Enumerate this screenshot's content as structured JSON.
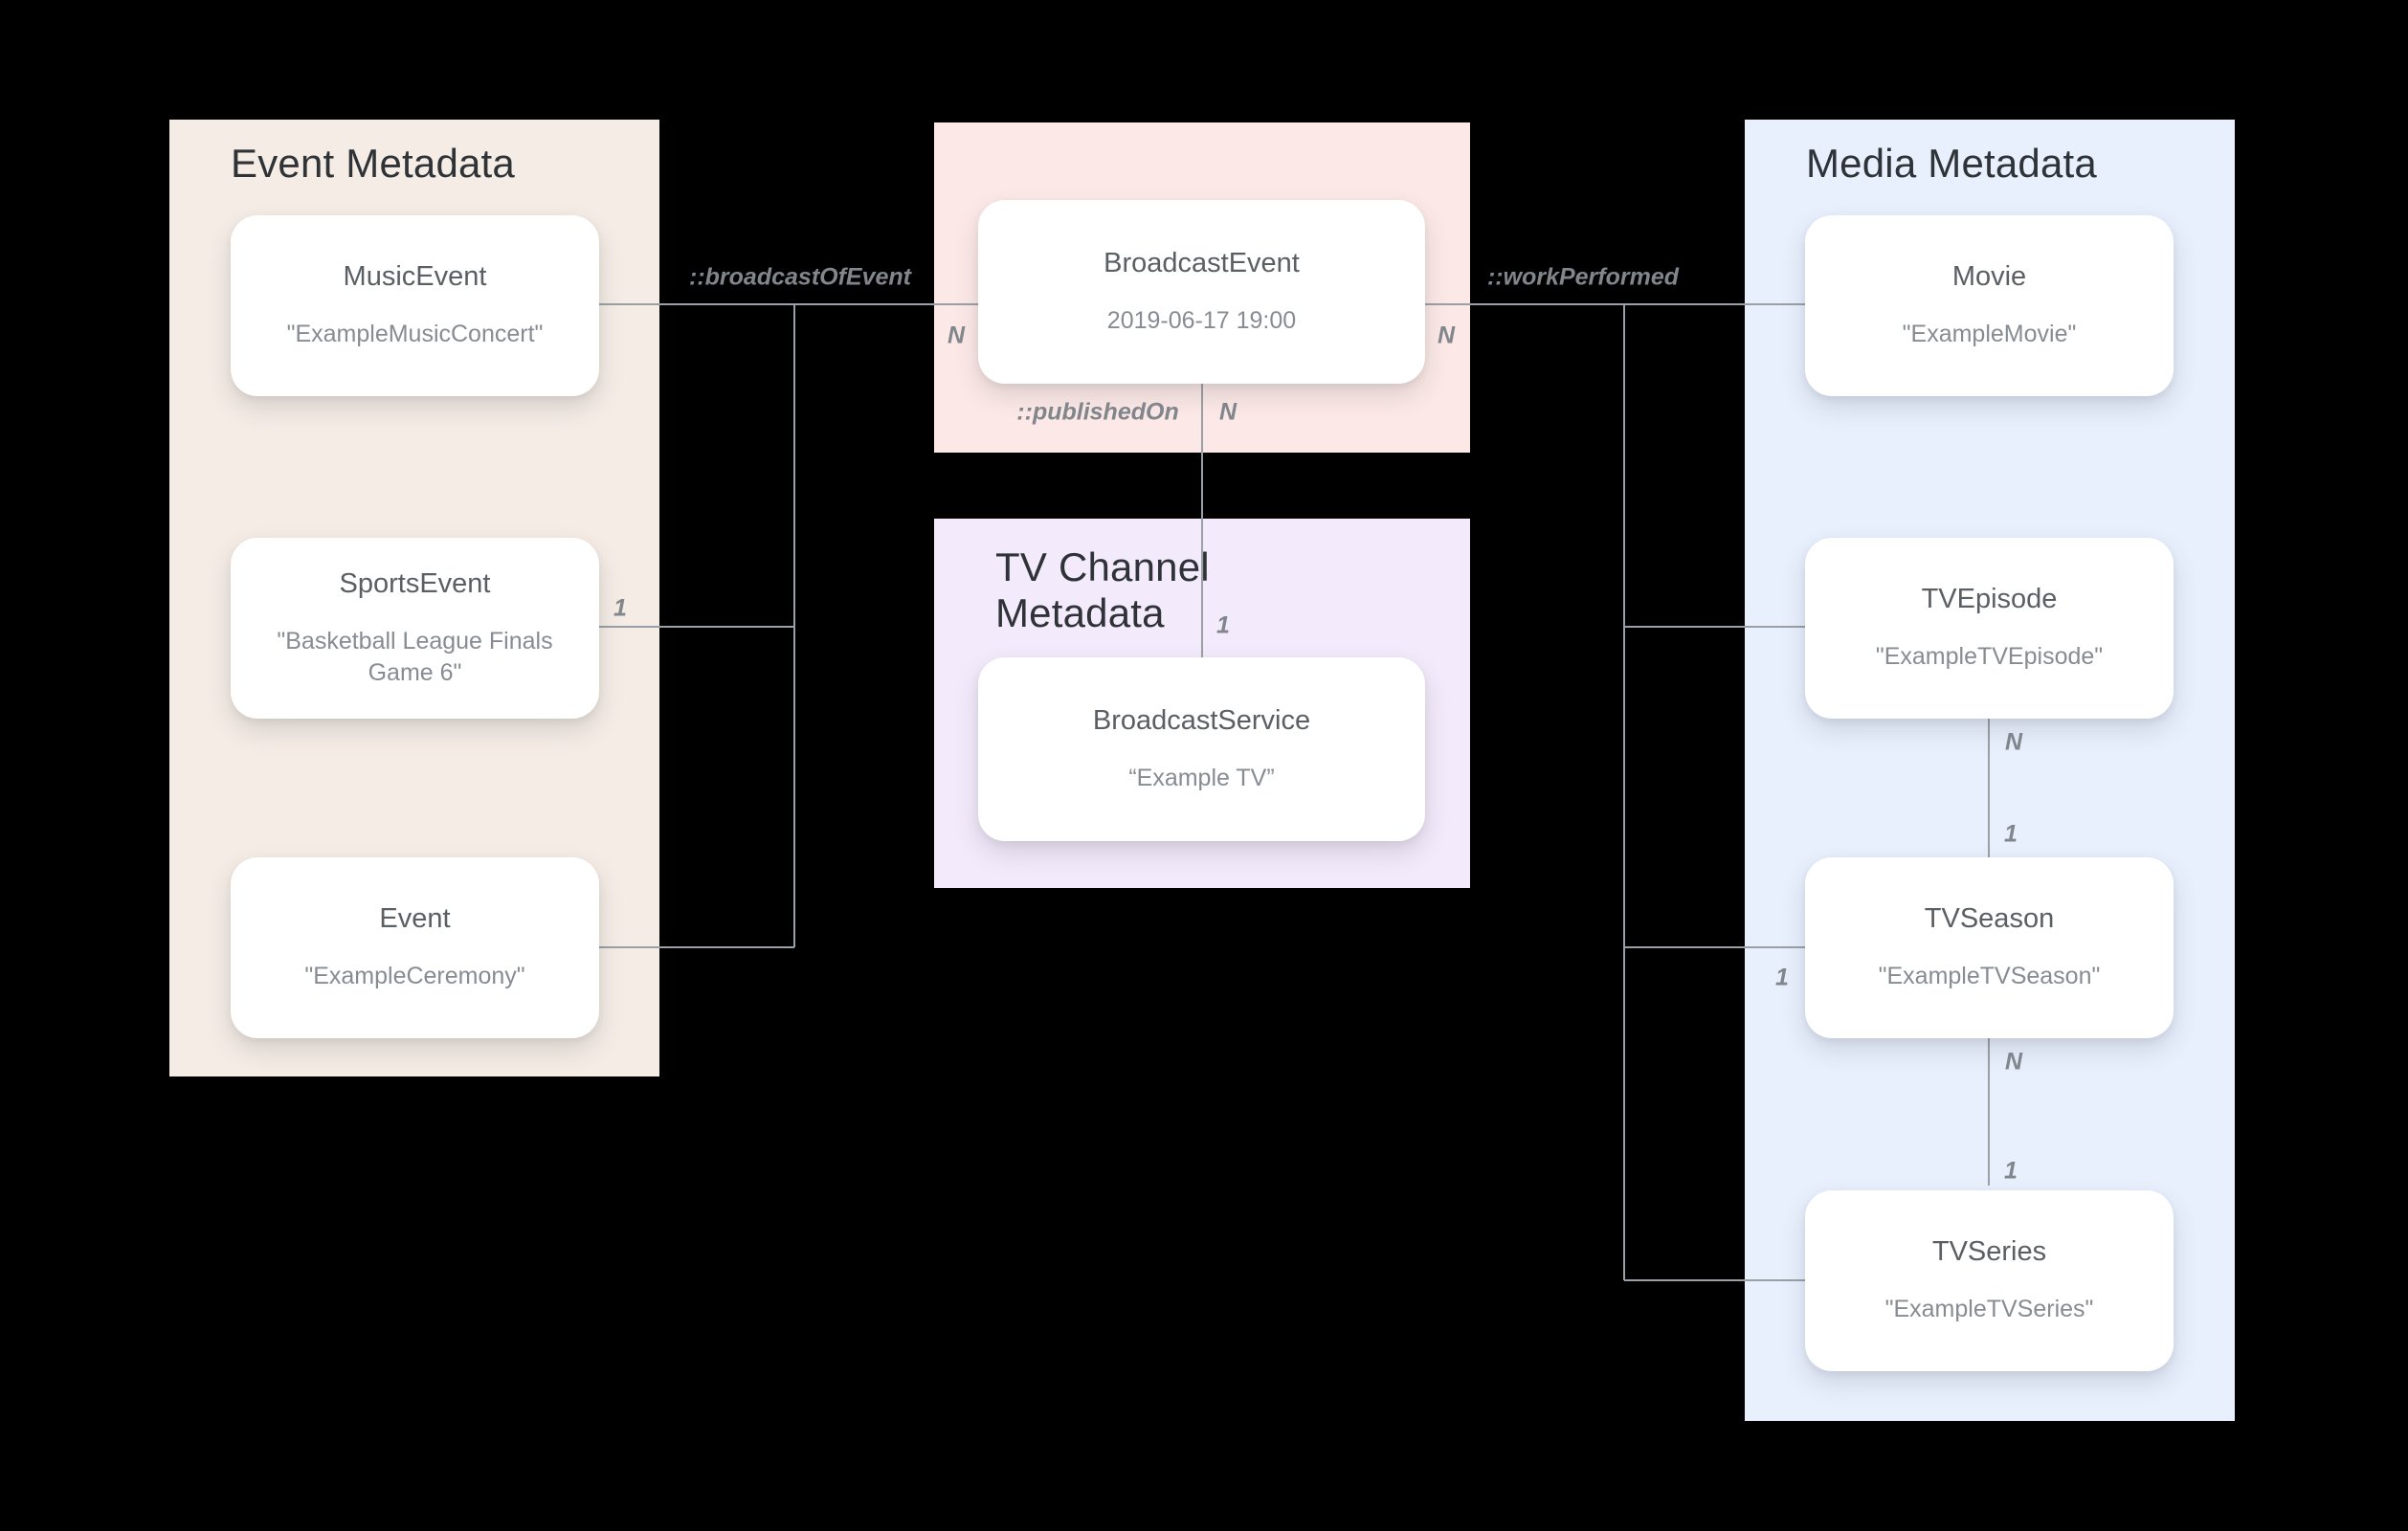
{
  "colors": {
    "background": "#000000",
    "event_panel_bg": "#F4ECE5",
    "broadcast_panel_bg": "#FCE9E7",
    "tv_channel_panel_bg": "#F3EAFB",
    "media_panel_bg": "#E8F0FE",
    "connector": "#9AA0A6",
    "relationship_label": "#80868B",
    "panel_title_text": "#2F3337",
    "card_title_text": "#5A5F64",
    "card_value_text": "#868C92"
  },
  "panels": {
    "event": {
      "title": "Event Metadata"
    },
    "tv_channel": {
      "title": "TV Channel\nMetadata"
    },
    "media": {
      "title": "Media Metadata"
    }
  },
  "nodes": {
    "music_event": {
      "title": "MusicEvent",
      "value": "\"ExampleMusicConcert\""
    },
    "sports_event": {
      "title": "SportsEvent",
      "value": "\"Basketball League Finals Game 6\""
    },
    "event": {
      "title": "Event",
      "value": "\"ExampleCeremony\""
    },
    "broadcast_event": {
      "title": "BroadcastEvent",
      "value": "2019-06-17 19:00"
    },
    "broadcast_service": {
      "title": "BroadcastService",
      "value": "“Example TV”"
    },
    "movie": {
      "title": "Movie",
      "value": "\"ExampleMovie\""
    },
    "tv_episode": {
      "title": "TVEpisode",
      "value": "\"ExampleTVEpisode\""
    },
    "tv_season": {
      "title": "TVSeason",
      "value": "\"ExampleTVSeason\""
    },
    "tv_series": {
      "title": "TVSeries",
      "value": "\"ExampleTVSeries\""
    }
  },
  "relations": {
    "broadcast_of_event": {
      "label": "::broadcastOfEvent",
      "n": "N",
      "one": "1"
    },
    "work_performed": {
      "label": "::workPerformed",
      "n": "N",
      "one": "1"
    },
    "published_on": {
      "label": "::publishedOn",
      "n": "N",
      "one": "1"
    },
    "episode_of_season": {
      "n": "N",
      "one": "1"
    },
    "season_of_series": {
      "n": "N",
      "one": "1"
    }
  }
}
